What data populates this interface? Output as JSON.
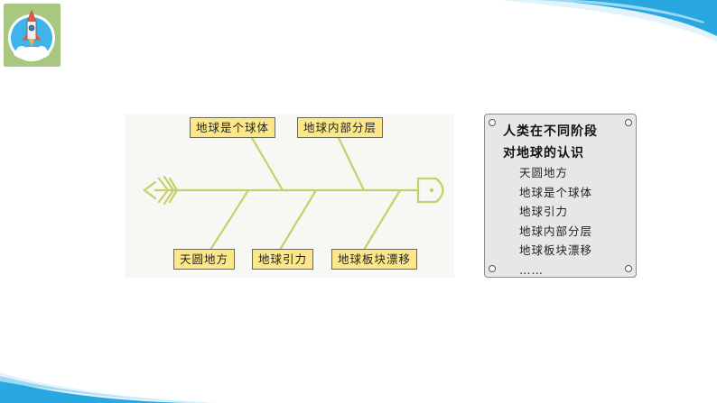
{
  "fishbone": {
    "top_labels": [
      "地球是个球体",
      "地球内部分层"
    ],
    "bottom_labels": [
      "天圆地方",
      "地球引力",
      "地球板块漂移"
    ]
  },
  "note_card": {
    "title_line1": "人类在不同阶段",
    "title_line2": "对地球的认识",
    "items": [
      "天圆地方",
      "地球是个球体",
      "地球引力",
      "地球内部分层",
      "地球板块漂移",
      "……"
    ]
  },
  "colors": {
    "bone": "#c5d06a",
    "label_fill": "#fde889",
    "accent_blue": "#29a7e1"
  },
  "icons": {
    "logo": "rocket-icon"
  }
}
